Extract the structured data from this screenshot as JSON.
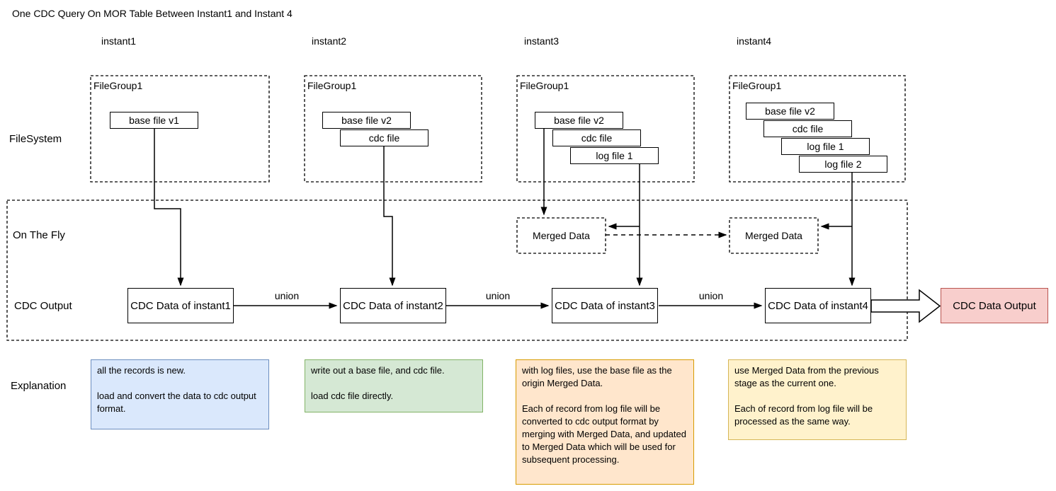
{
  "title": "One CDC Query On MOR Table Between Instant1 and Instant 4",
  "row_labels": {
    "filesystem": "FileSystem",
    "on_the_fly": "On The Fly",
    "cdc_output": "CDC Output",
    "explanation": "Explanation"
  },
  "instants": [
    "instant1",
    "instant2",
    "instant3",
    "instant4"
  ],
  "filegroups": [
    {
      "label": "FileGroup1",
      "files": [
        "base file v1"
      ]
    },
    {
      "label": "FileGroup1",
      "files": [
        "base file v2",
        "cdc file"
      ]
    },
    {
      "label": "FileGroup1",
      "files": [
        "base file v2",
        "cdc file",
        "log file 1"
      ]
    },
    {
      "label": "FileGroup1",
      "files": [
        "base file v2",
        "cdc file",
        "log file 1",
        "log file 2"
      ]
    }
  ],
  "merged_data": {
    "label": "Merged Data"
  },
  "cdc_boxes": [
    "CDC Data of instant1",
    "CDC Data of instant2",
    "CDC Data of instant3",
    "CDC Data of instant4"
  ],
  "union_label": "union",
  "output": {
    "label": "CDC Data Output",
    "fill": "#f8cecc",
    "border": "#b85450"
  },
  "explanations": [
    {
      "text": "all the records is new.\n\nload and convert the data to cdc output format.",
      "fill": "#dae8fc",
      "border": "#6c8ebf"
    },
    {
      "text": "write out a base file, and cdc file.\n\nload cdc file directly.",
      "fill": "#d5e8d4",
      "border": "#82b366"
    },
    {
      "text": "with log files, use the base file as the origin Merged Data.\n\nEach of record from log file will be converted to cdc output format by merging with Merged Data, and updated to Merged Data which will be used for subsequent processing.",
      "fill": "#ffe6cc",
      "border": "#d79b00"
    },
    {
      "text": "use Merged Data from the previous stage as the current one.\n\nEach of record from log file will be processed as the same way.",
      "fill": "#fff2cc",
      "border": "#d6b656"
    }
  ]
}
